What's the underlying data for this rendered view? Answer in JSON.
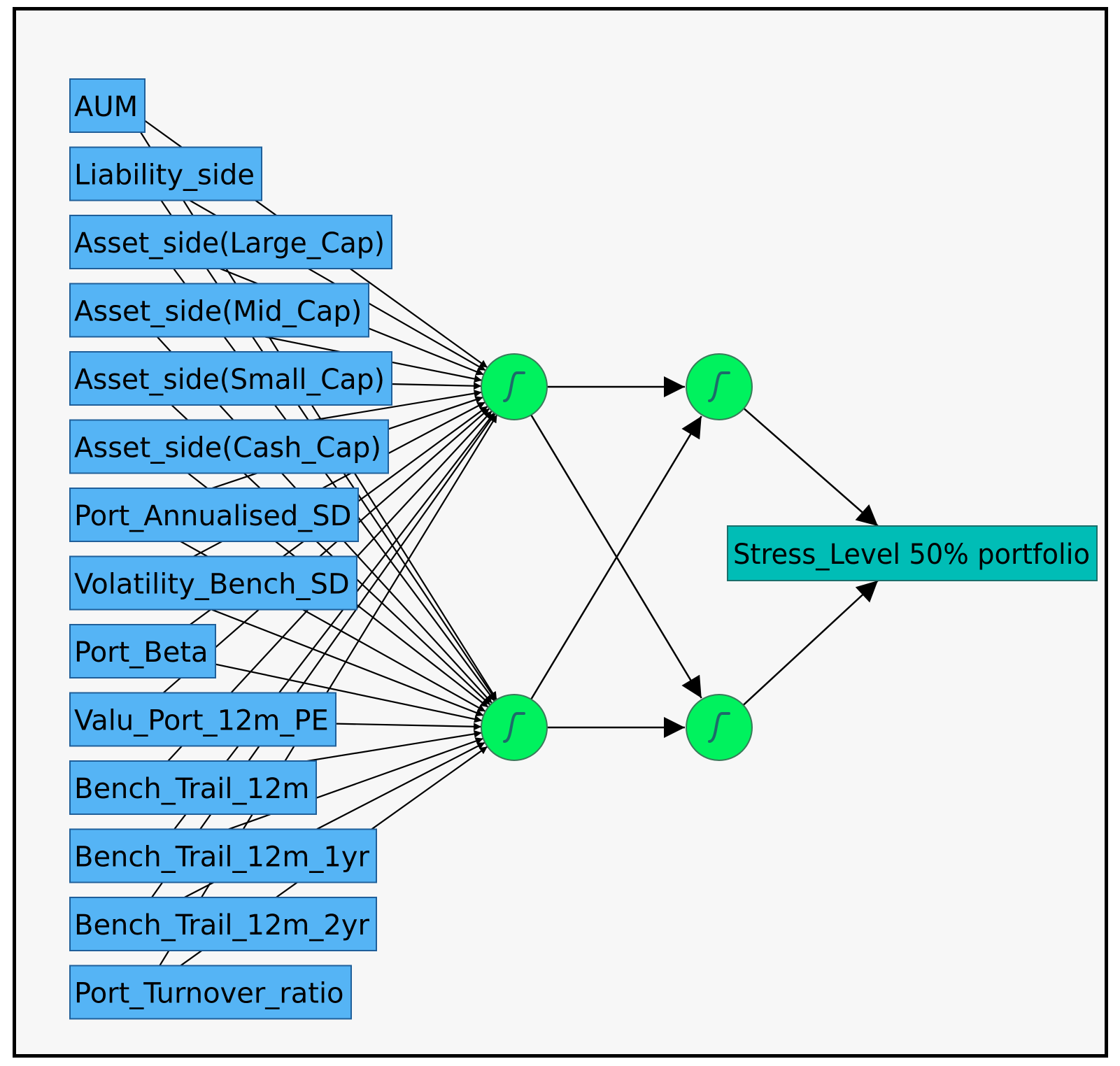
{
  "diagram": {
    "inputs": [
      "AUM",
      "Liability_side",
      "Asset_side(Large_Cap)",
      "Asset_side(Mid_Cap)",
      "Asset_side(Small_Cap)",
      "Asset_side(Cash_Cap)",
      "Port_Annualised_SD",
      "Volatility_Bench_SD",
      "Port_Beta",
      "Valu_Port_12m_PE",
      "Bench_Trail_12m",
      "Bench_Trail_12m_1yr",
      "Bench_Trail_12m_2yr",
      "Port_Turnover_ratio"
    ],
    "output": "Stress_Level 50% portfolio",
    "hidden_layers": [
      2,
      2
    ],
    "activation_icon": "sigmoid-icon",
    "colors": {
      "input_fill": "#55b4f5",
      "input_border": "#1f5f9a",
      "neuron_fill": "#00f25e",
      "neuron_border": "#3a7a5a",
      "output_fill": "#00bdb6",
      "output_border": "#1b6f6b",
      "edge": "#000000",
      "background": "#f7f7f7"
    }
  }
}
